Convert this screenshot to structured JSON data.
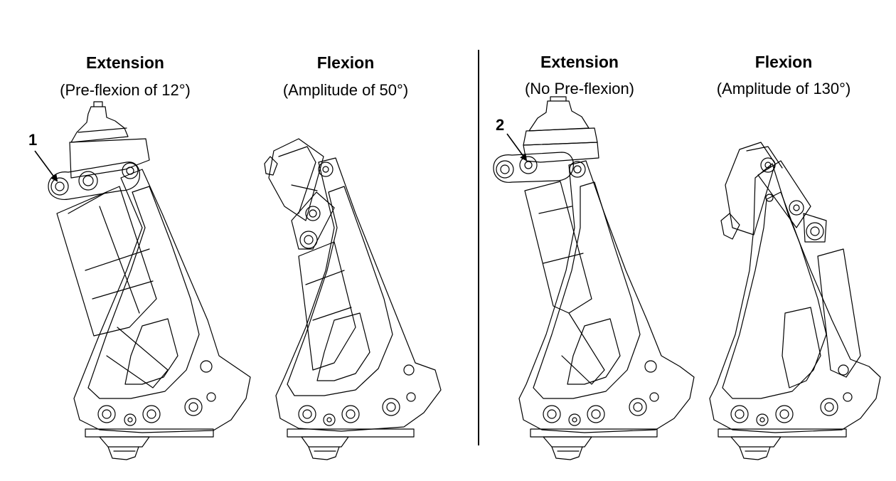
{
  "colors": {
    "line": "#000000",
    "background": "#ffffff"
  },
  "panels": [
    {
      "title": "Extension",
      "subtitle": "(Pre-flexion of 12°)"
    },
    {
      "title": "Flexion",
      "subtitle": "(Amplitude of 50°)"
    },
    {
      "title": "Extension",
      "subtitle": "(No Pre-flexion)"
    },
    {
      "title": "Flexion",
      "subtitle": "(Amplitude of 130°)"
    }
  ],
  "callouts": [
    "1",
    "2"
  ]
}
